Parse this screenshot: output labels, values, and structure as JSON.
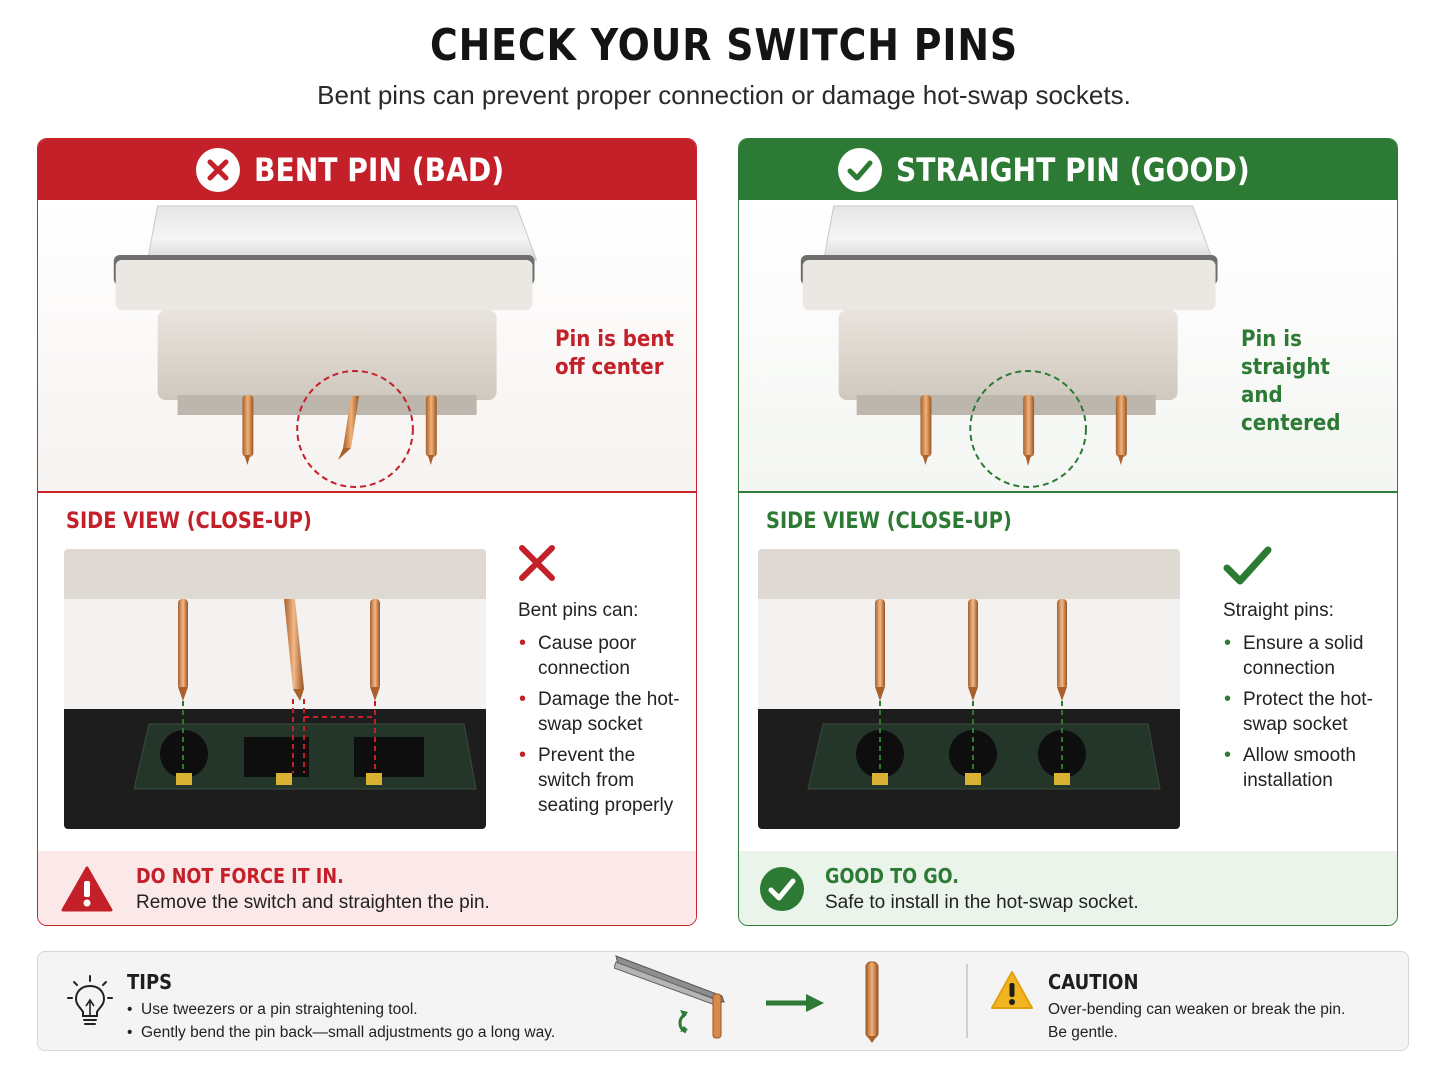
{
  "header": {
    "title": "CHECK YOUR SWITCH PINS",
    "subtitle": "Bent pins can prevent proper connection or damage hot-swap sockets."
  },
  "bad_panel": {
    "heading": "BENT PIN (BAD)",
    "icon": "x-circle-icon",
    "accent_color": "#c4202a",
    "callout_line1": "Pin is bent",
    "callout_line2": "off center",
    "side_view_label": "SIDE VIEW (CLOSE-UP)",
    "reasons_lead": "Bent pins can:",
    "reasons": [
      "Cause poor connection",
      "Damage the hot-swap socket",
      "Prevent the switch from seating properly"
    ],
    "footer_title": "DO NOT FORCE IT IN.",
    "footer_body": "Remove the switch and straighten the pin."
  },
  "good_panel": {
    "heading": "STRAIGHT PIN (GOOD)",
    "icon": "check-circle-icon",
    "accent_color": "#2c7a34",
    "callout_line1": "Pin is straight",
    "callout_line2": "and centered",
    "side_view_label": "SIDE VIEW (CLOSE-UP)",
    "reasons_lead": "Straight pins:",
    "reasons": [
      "Ensure a solid connection",
      "Protect the hot-swap socket",
      "Allow smooth installation"
    ],
    "footer_title": "GOOD TO GO.",
    "footer_body": "Safe to install in the hot-swap socket."
  },
  "tips": {
    "title": "TIPS",
    "items": [
      "Use tweezers or a pin straightening tool.",
      "Gently bend the pin back—small adjustments go a long way."
    ]
  },
  "caution": {
    "title": "CAUTION",
    "line1": "Over-bending can weaken or break the pin.",
    "line2": "Be gentle."
  }
}
